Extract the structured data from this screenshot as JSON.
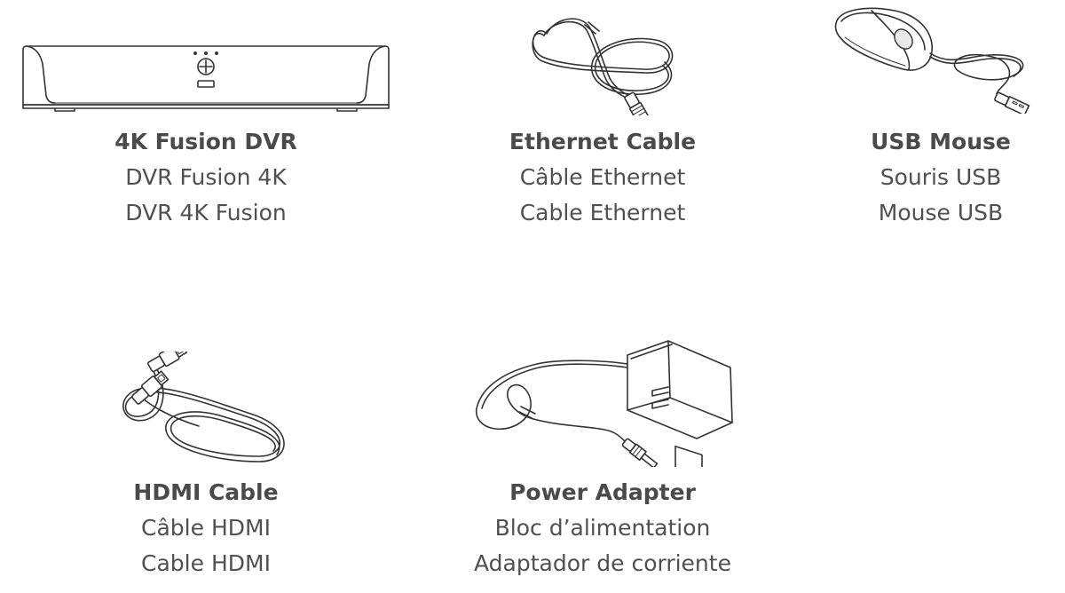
{
  "items": [
    {
      "name": "4K Fusion DVR",
      "french": "DVR Fusion 4K",
      "spanish": "DVR 4K Fusion",
      "icon": "dvr-icon"
    },
    {
      "name": "Ethernet Cable",
      "french": "Câble Ethernet",
      "spanish": "Cable Ethernet",
      "icon": "ethernet-cable-icon"
    },
    {
      "name": "USB Mouse",
      "french": "Souris USB",
      "spanish": "Mouse USB",
      "icon": "usb-mouse-icon"
    },
    {
      "name": "HDMI Cable",
      "french": "Câble HDMI",
      "spanish": "Cable HDMI",
      "icon": "hdmi-cable-icon"
    },
    {
      "name": "Power Adapter",
      "french": "Bloc d’alimentation",
      "spanish": "Adaptador de corriente",
      "icon": "power-adapter-icon"
    }
  ]
}
